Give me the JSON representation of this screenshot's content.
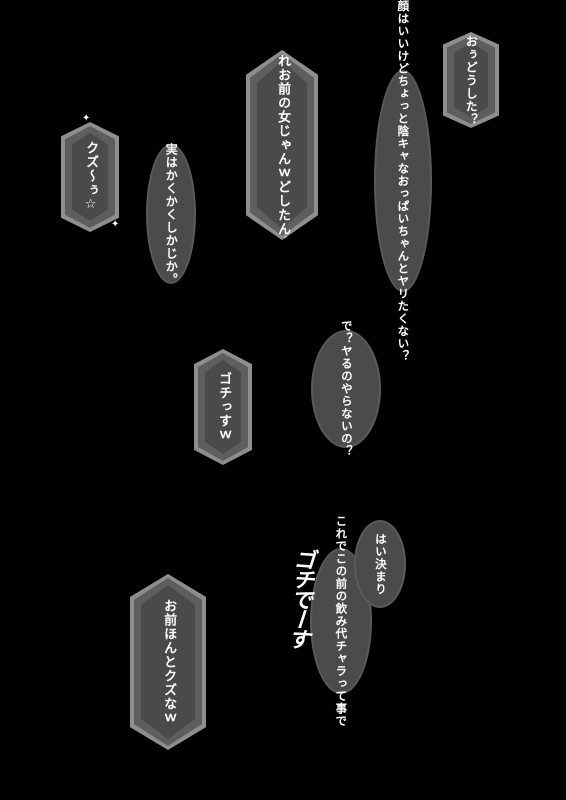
{
  "bubbles": {
    "ou_doushita": {
      "lines": [
        "おぅ",
        "どうした？"
      ]
    },
    "kao_wa": {
      "lines": [
        "顔はいいけどちょっと陰キャな",
        "おっぱいちゃんとヤリたくない？"
      ]
    },
    "sore_omae": {
      "lines": [
        "それお前の女じゃんｗ",
        "どしたん？"
      ]
    },
    "kuzu": {
      "lines": [
        "クズ～ぅ☆"
      ]
    },
    "jitsu_wa": {
      "lines": [
        "実はかくかくしかじか。"
      ]
    },
    "de_yaru": {
      "lines": [
        "で？",
        "ヤるのやらないの？"
      ]
    },
    "gochi": {
      "lines": [
        "ゴチっすｗ"
      ]
    },
    "hai_kimari": {
      "lines": [
        "はい決まり"
      ]
    },
    "kore_de": {
      "lines": [
        "これでこの前の飲み代",
        "チャラって事で"
      ]
    },
    "omae_honto": {
      "lines": [
        "お前ほんとクズなｗ"
      ]
    }
  },
  "sfx": {
    "gochi_desu": "ゴチでーす"
  }
}
